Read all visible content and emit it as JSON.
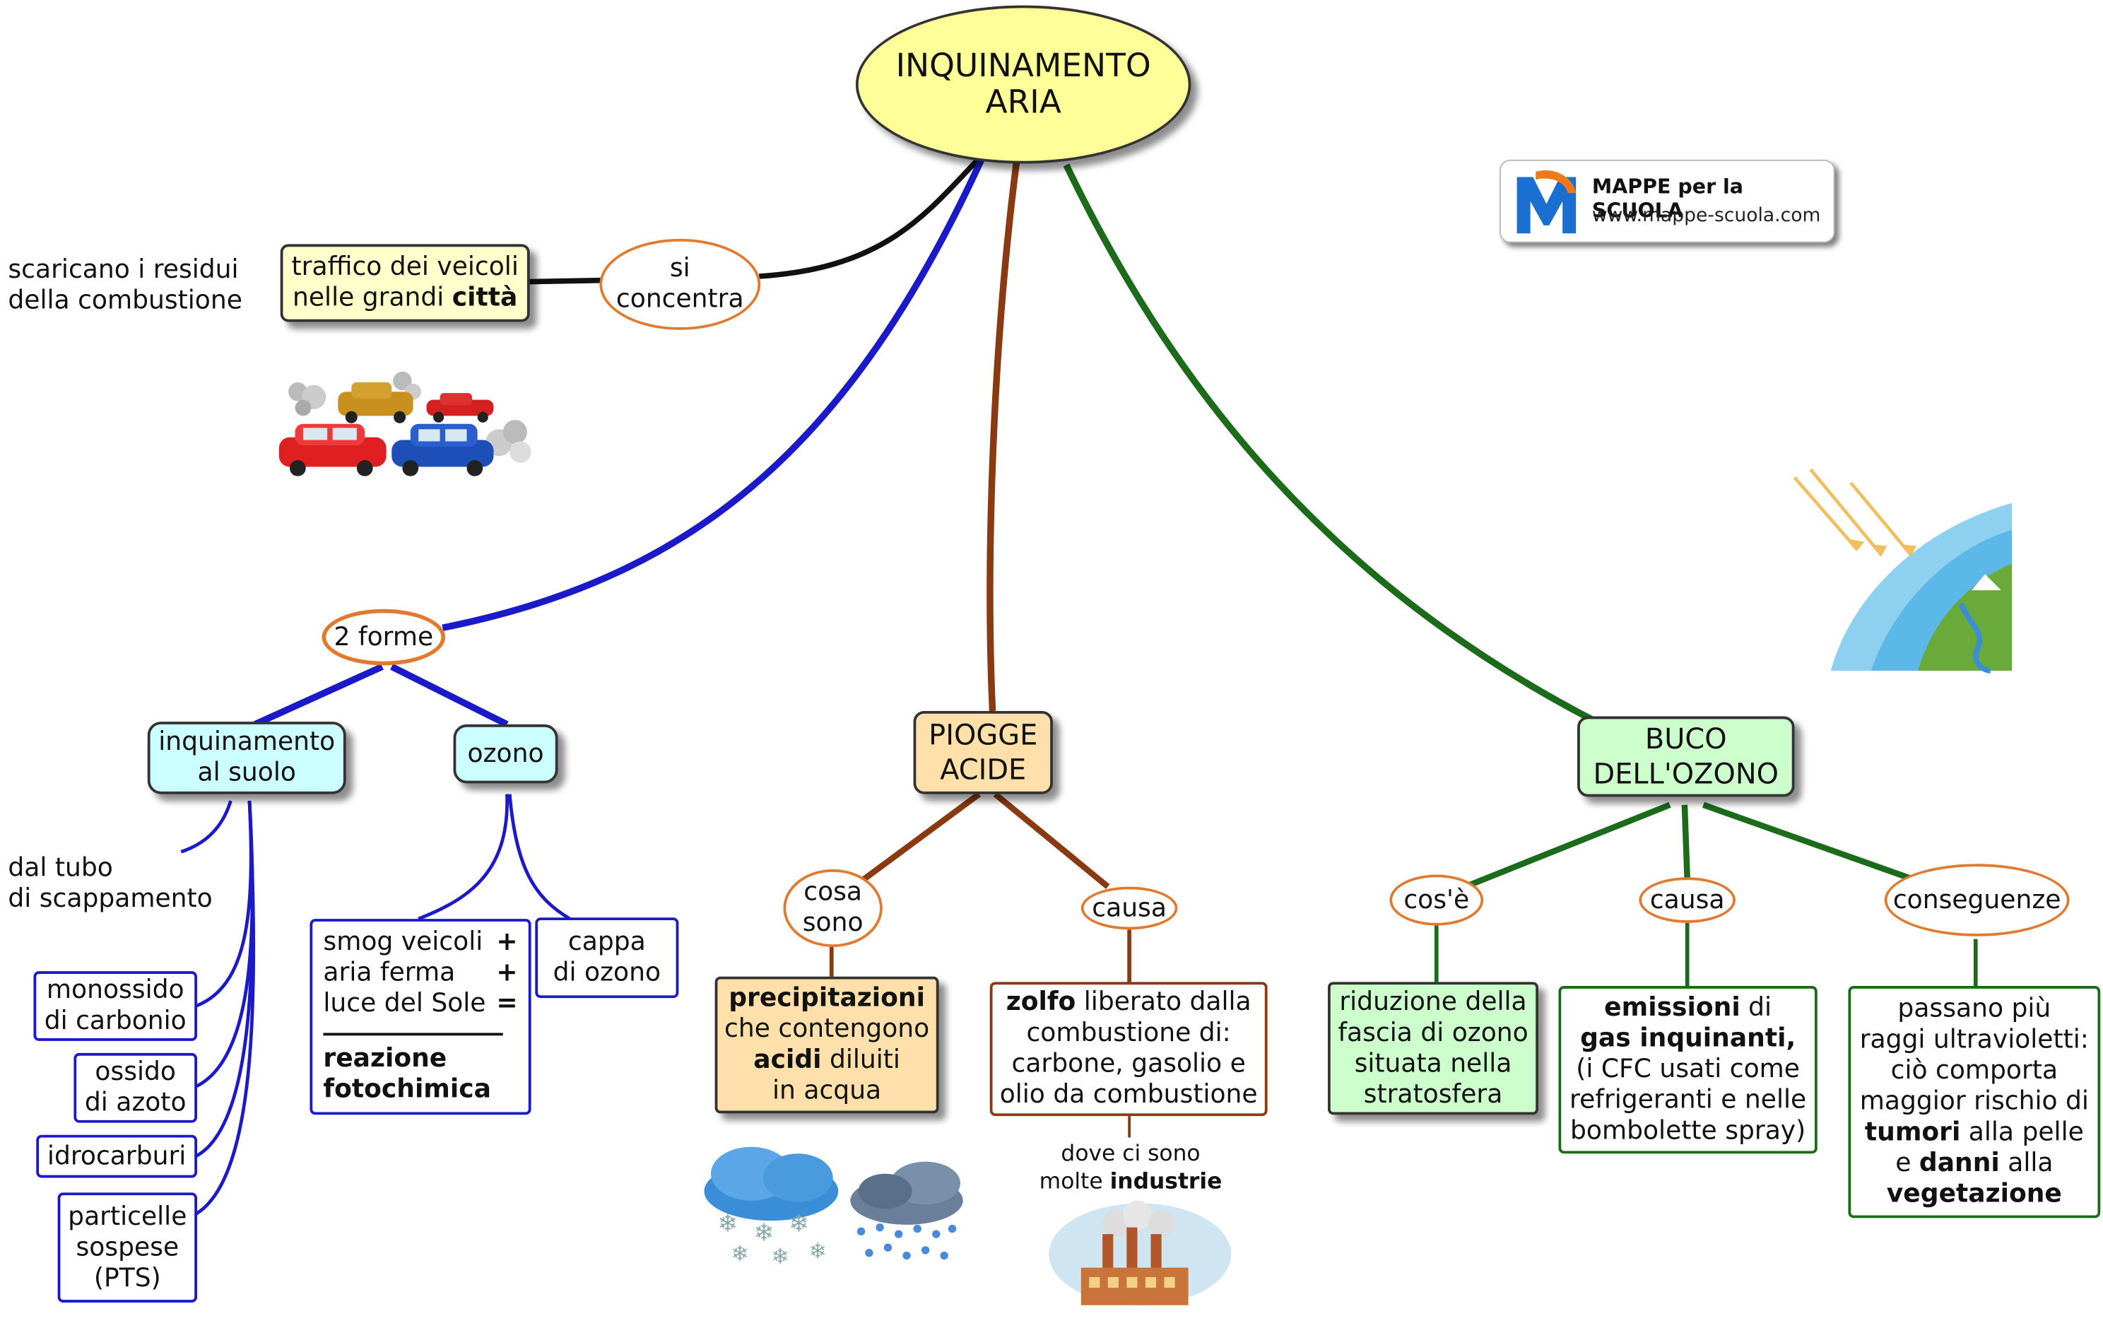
{
  "root": {
    "line1": "INQUINAMENTO",
    "line2": "ARIA"
  },
  "logo": {
    "title": "MAPPE per la SCUOLA",
    "url": "www.mappe-scuola.com"
  },
  "traffic": {
    "left_note": {
      "line1": "scaricano i residui",
      "line2": "della combustione"
    },
    "box": {
      "line1": "traffico dei veicoli",
      "line2_pre": "nelle grandi ",
      "line2_bold": "città"
    },
    "link": {
      "line1": "si",
      "line2": "concentra"
    }
  },
  "forme": {
    "link": "2 forme",
    "suolo": {
      "line1": "inquinamento",
      "line2": "al suolo"
    },
    "ozono": "ozono",
    "tubo_note": {
      "line1": "dal tubo",
      "line2": "di scappamento"
    },
    "items": [
      {
        "line1": "monossido",
        "line2": "di carbonio"
      },
      {
        "line1": "ossido",
        "line2": "di azoto"
      },
      {
        "line1": "idrocarburi"
      },
      {
        "line1": "particelle",
        "line2": "sospese",
        "line3": "(PTS)"
      }
    ],
    "smog": {
      "l1": "smog veicoli",
      "l1_op": "+",
      "l2": "aria ferma",
      "l2_op": "+",
      "l3": "luce del Sole",
      "l3_op": "=",
      "l4": "reazione",
      "l5": "fotochimica"
    },
    "cappa": {
      "line1": "cappa",
      "line2": "di ozono"
    }
  },
  "piogge": {
    "title": {
      "line1": "PIOGGE",
      "line2": "ACIDE"
    },
    "cosa": {
      "line1": "cosa",
      "line2": "sono"
    },
    "causa": "causa",
    "precip": {
      "l1_bold": "precipitazioni",
      "l2": "che contengono",
      "l3_bold": "acidi",
      "l3": " diluiti",
      "l4": "in acqua"
    },
    "zolfo": {
      "l1_bold": "zolfo",
      "l1": " liberato dalla",
      "l2": "combustione di:",
      "l3": "carbone, gasolio e",
      "l4": "olio da combustione"
    },
    "industrie": {
      "line1": "dove ci sono",
      "line2_pre": "molte ",
      "line2_bold": "industrie"
    }
  },
  "buco": {
    "title": {
      "line1": "BUCO",
      "line2": "DELL'OZONO"
    },
    "cose": "cos'è",
    "causa": "causa",
    "conseguenze": "conseguenze",
    "riduzione": {
      "l1": "riduzione della",
      "l2": "fascia di ozono",
      "l3": "situata nella",
      "l4": "stratosfera"
    },
    "emissioni": {
      "l1_bold": "emissioni",
      "l1": " di",
      "l2_bold": "gas inquinanti,",
      "l3": "(i CFC usati come",
      "l4": "refrigeranti e nelle",
      "l5": "bombolette spray)"
    },
    "passano": {
      "l1": "passano più",
      "l2": "raggi ultravioletti:",
      "l3": "ciò comporta",
      "l4": "maggior rischio di",
      "l5_bold": "tumori",
      "l5": " alla pelle",
      "l6_pre": "e ",
      "l6_bold": "danni",
      "l6": " alla",
      "l7_bold": "vegetazione"
    }
  },
  "colors": {
    "blue": "#1a1ac8",
    "brown": "#8a3a10",
    "green": "#1b6b1b",
    "black": "#111111",
    "oval_border": "#e07a2e",
    "root_fill": "#ffff99"
  },
  "icons": [
    "cars-picture",
    "snow-cloud-icon",
    "rain-cloud-icon",
    "factory-icon",
    "earth-sun-rays-icon",
    "mappe-logo-icon"
  ]
}
